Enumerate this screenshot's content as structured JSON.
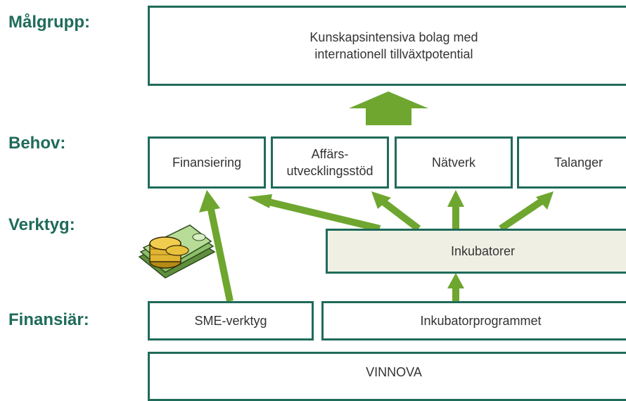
{
  "labels": {
    "target_group": "Målgrupp:",
    "needs": "Behov:",
    "tools": "Verktyg:",
    "financier": "Finansiär:"
  },
  "target_box": {
    "line1": "Kunskapsintensiva bolag med",
    "line2": "internationell tillväxtpotential"
  },
  "needs_boxes": {
    "financing": "Finansiering",
    "business_dev_line1": "Affärs-",
    "business_dev_line2": "utvecklingsstöd",
    "network": "Nätverk",
    "talent": "Talanger"
  },
  "tools_box": "Inkubatorer",
  "financier_boxes": {
    "sme": "SME-verktyg",
    "incubator_program": "Inkubatorprogrammet"
  },
  "bottom_box": "VINNOVA",
  "colors": {
    "border": "#1f6b5a",
    "label_text": "#1f6b5a",
    "arrow": "#6ea62f",
    "tool_fill": "#efefe4",
    "box_text": "#333333"
  },
  "illustration": "money-stack-icon"
}
